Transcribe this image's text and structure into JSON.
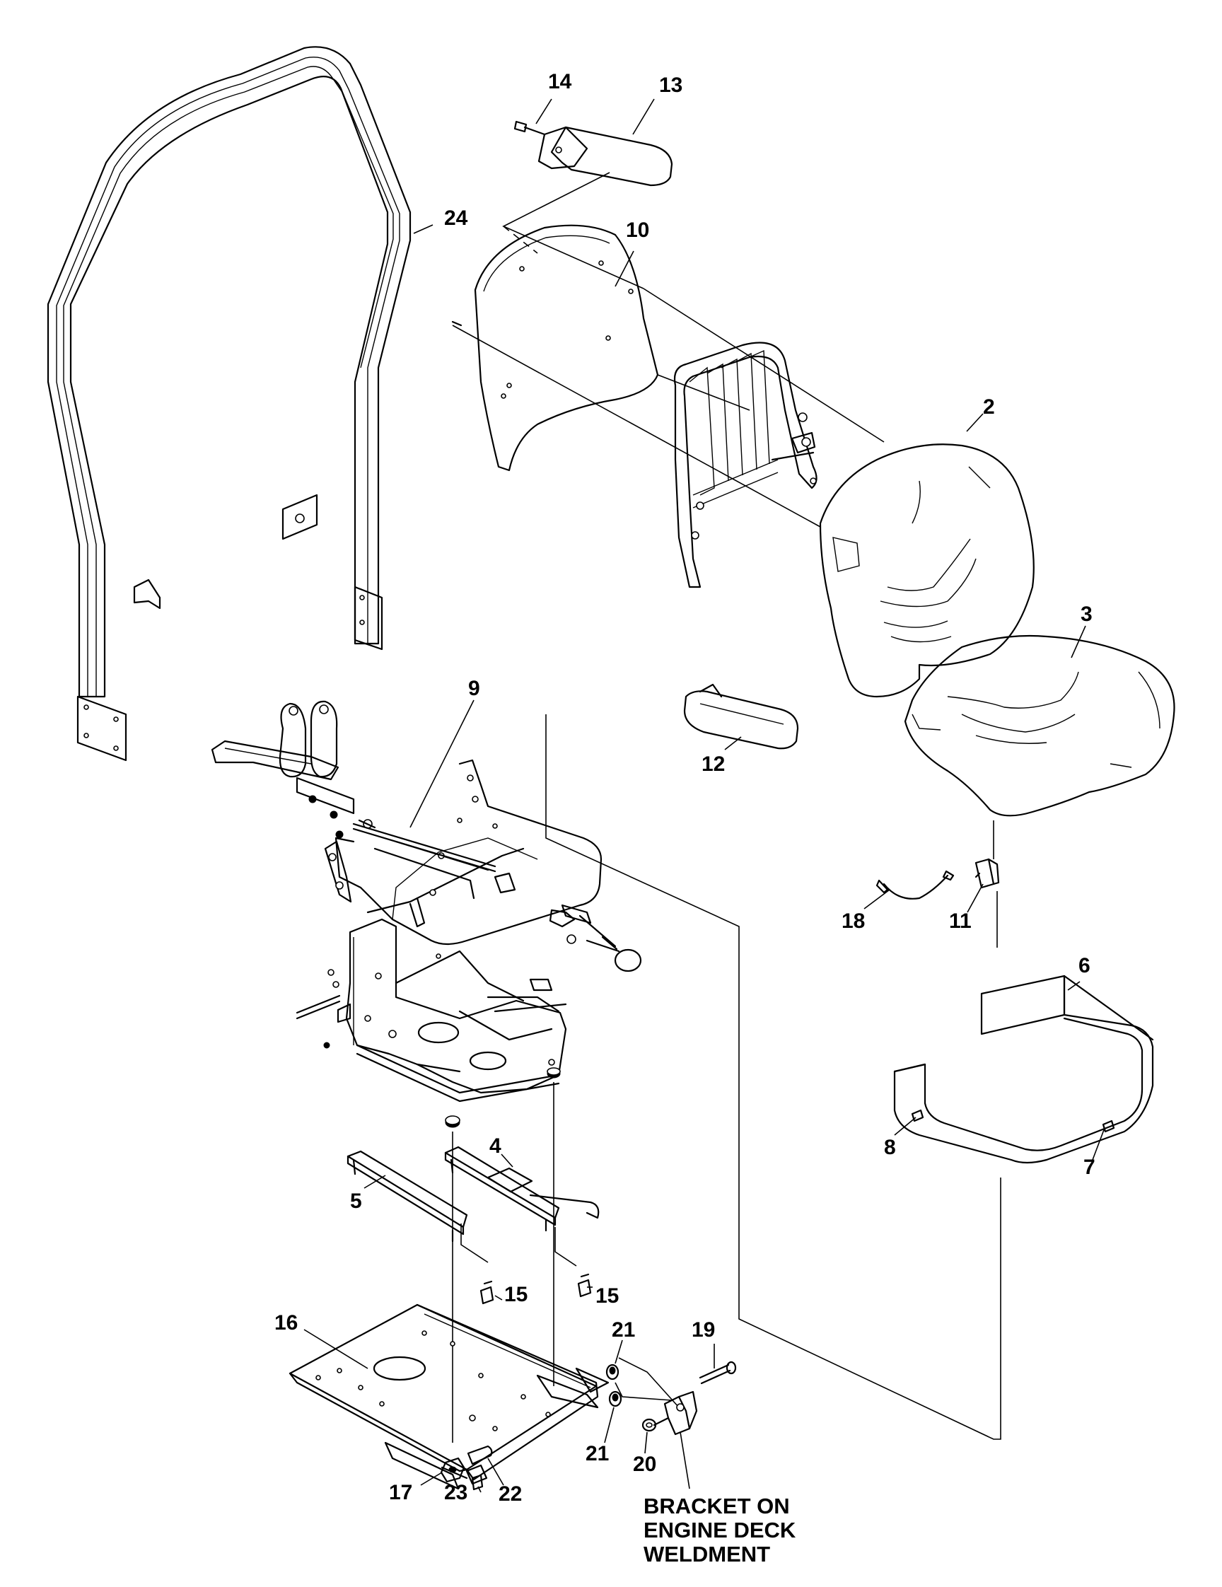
{
  "callouts": {
    "c2": "2",
    "c3": "3",
    "c4": "4",
    "c5": "5",
    "c6": "6",
    "c7": "7",
    "c8": "8",
    "c9": "9",
    "c10": "10",
    "c11": "11",
    "c12": "12",
    "c13": "13",
    "c14": "14",
    "c15a": "15",
    "c15b": "15",
    "c16": "16",
    "c17": "17",
    "c18": "18",
    "c19": "19",
    "c20": "20",
    "c21a": "21",
    "c21b": "21",
    "c22": "22",
    "c23": "23",
    "c24": "24"
  },
  "note": {
    "line1": "BRACKET ON",
    "line2": "ENGINE DECK",
    "line3": "WELDMENT"
  }
}
